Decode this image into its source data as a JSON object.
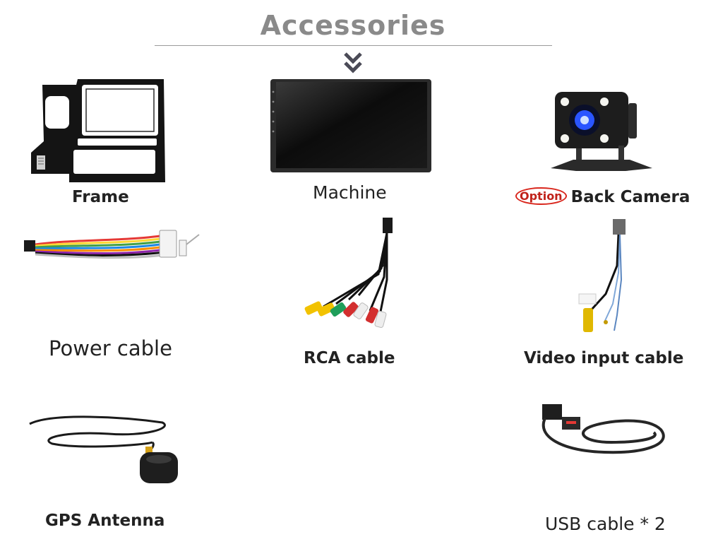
{
  "header": {
    "title": "Accessories",
    "arrow_icon": "double-chevron-down-icon"
  },
  "items": [
    {
      "id": "frame",
      "label": "Frame",
      "icon": "dash-frame-image"
    },
    {
      "id": "machine",
      "label": "Machine",
      "icon": "head-unit-screen-image"
    },
    {
      "id": "back-camera",
      "option_tag": "Option",
      "label": "Back Camera",
      "icon": "backup-camera-image"
    },
    {
      "id": "power-cable",
      "label": "Power cable",
      "icon": "power-harness-image"
    },
    {
      "id": "rca-cable",
      "label": "RCA cable",
      "icon": "rca-cable-image"
    },
    {
      "id": "video-input-cable",
      "label": "Video input cable",
      "icon": "video-input-cable-image"
    },
    {
      "id": "gps-antenna",
      "label": "GPS Antenna",
      "icon": "gps-antenna-image"
    },
    {
      "id": "usb-cable",
      "label": "USB cable * 2",
      "icon": "usb-cable-image"
    }
  ],
  "colors": {
    "title": "#8a8a8a",
    "accent": "#4b4b57",
    "option_red": "#d9261c"
  }
}
